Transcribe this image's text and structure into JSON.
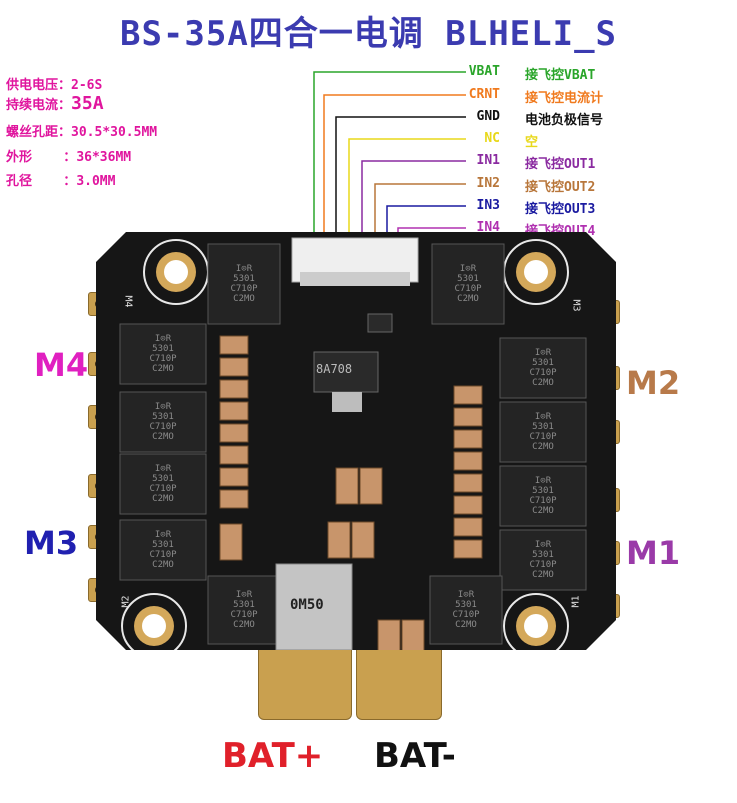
{
  "title": "BS-35A四合一电调 BLHELI_S",
  "specs": [
    {
      "label": "供电电压：",
      "value": "2-6S"
    },
    {
      "label": "持续电流：",
      "value": "35A"
    },
    {
      "label": "螺丝孔距：",
      "value": "30.5*30.5MM"
    },
    {
      "label": "外形    ：",
      "value": "36*36MM"
    },
    {
      "label": "孔径    ：",
      "value": "3.0MM"
    }
  ],
  "pins": [
    {
      "name": "VBAT",
      "desc": "接飞控VBAT",
      "color": "#2aa52a"
    },
    {
      "name": "CRNT",
      "desc": "接飞控电流计",
      "color": "#f07a1e"
    },
    {
      "name": "GND",
      "desc": "电池负极信号",
      "color": "#111111"
    },
    {
      "name": "NC",
      "desc": "空",
      "color": "#e8d81a"
    },
    {
      "name": "IN1",
      "desc": "接飞控OUT1",
      "color": "#8a2aa0"
    },
    {
      "name": "IN2",
      "desc": "接飞控OUT2",
      "color": "#b8763a"
    },
    {
      "name": "IN3",
      "desc": "接飞控OUT3",
      "color": "#1a1aa0"
    },
    {
      "name": "IN4",
      "desc": "接飞控OUT4",
      "color": "#b030b0"
    }
  ],
  "motors": {
    "m4": {
      "label": "M4",
      "color": "#e020c0"
    },
    "m2": {
      "label": "M2",
      "color": "#b87a4a"
    },
    "m3": {
      "label": "M3",
      "color": "#2020b0"
    },
    "m1": {
      "label": "M1",
      "color": "#9a3aa8"
    }
  },
  "board_silk": {
    "m1": "M1",
    "m2": "M2",
    "m3": "M3",
    "m4": "M4",
    "regulator": "8A708",
    "shunt": "0M50",
    "mosfet_brand": "I⊙R",
    "mosfet_code": "5301\nC710P\nC2MO"
  },
  "battery": {
    "plus": {
      "label": "BAT+",
      "color": "#e0202a"
    },
    "minus": {
      "label": "BAT-",
      "color": "#111111"
    }
  }
}
